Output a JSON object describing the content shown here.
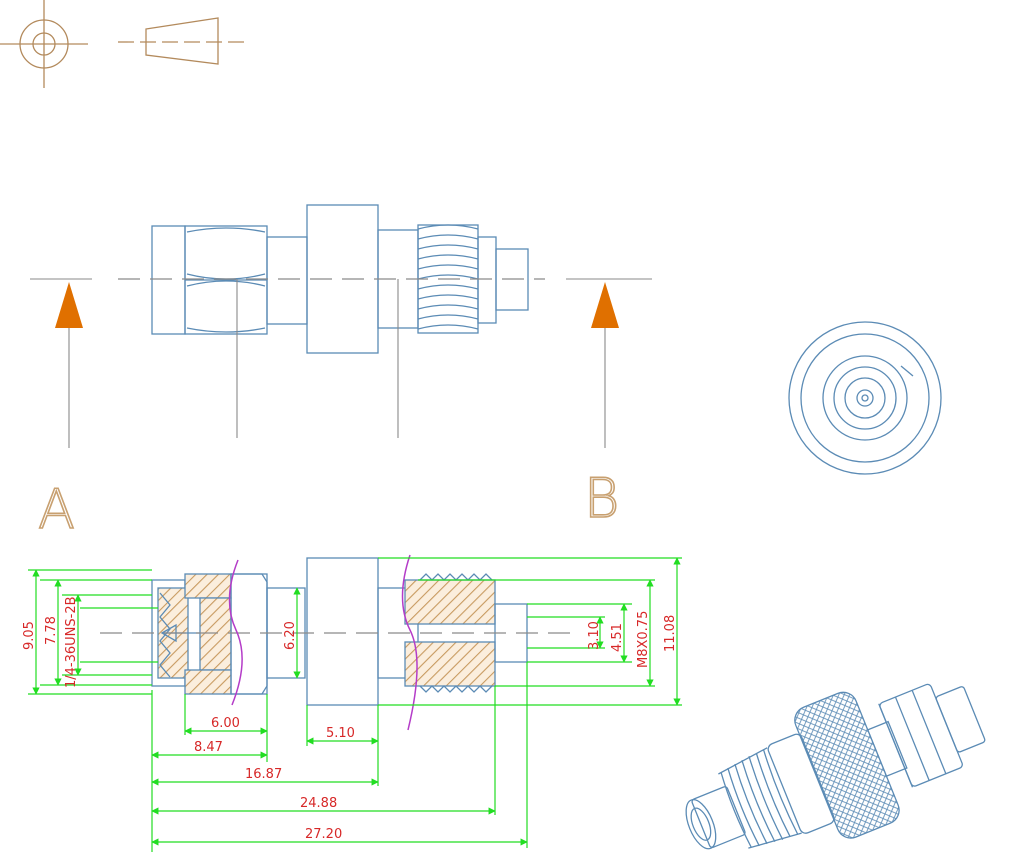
{
  "section_labels": {
    "a": "A",
    "b": "B"
  },
  "thread_labels": {
    "left_thread": "1/4-36UNS-2B",
    "right_thread": "M8X0.75"
  },
  "dimensions": {
    "d_905": "9.05",
    "d_778": "7.78",
    "d_620": "6.20",
    "d_310": "3.10",
    "d_451": "4.51",
    "d_1108": "11.08",
    "d_600": "6.00",
    "d_847": "8.47",
    "d_510": "5.10",
    "d_1687": "16.87",
    "d_2488": "24.88",
    "d_2720": "27.20"
  },
  "colors": {
    "outline": "#5b8bb5",
    "hatch": "#b38a5c",
    "dimension_line": "#22dd22",
    "dimension_text": "#d72828",
    "break_line": "#b43cc8",
    "section_arrow": "#e07000"
  }
}
